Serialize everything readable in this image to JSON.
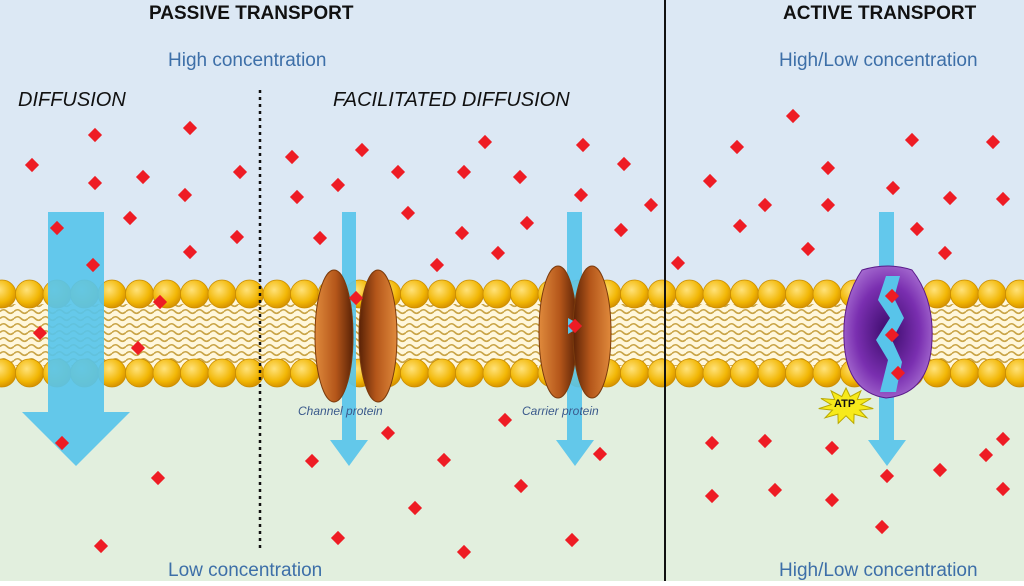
{
  "passive": {
    "title": "PASSIVE TRANSPORT",
    "high_label": "High concentration",
    "low_label": "Low concentration",
    "diffusion_label": "DIFFUSION",
    "facilitated_label": "FACILITATED DIFFUSION",
    "channel_label": "Channel protein",
    "carrier_label": "Carrier protein"
  },
  "active": {
    "title": "ACTIVE TRANSPORT",
    "top_label": "High/Low concentration",
    "bottom_label": "High/Low concentration",
    "atp_label": "ATP"
  },
  "colors": {
    "top_fluid": "#dce8f4",
    "bottom_fluid": "#e2efde",
    "arrow": "#58c4ea",
    "molecule": "#ee1c24",
    "phospholipid_head": "#f2b705",
    "lipid_tail": "#c9a447",
    "channel_protein": "#c96a24",
    "pump_protein": "#7a2fb0",
    "atp_burst": "#f7ea1a",
    "label_blue": "#3d6fa8"
  }
}
